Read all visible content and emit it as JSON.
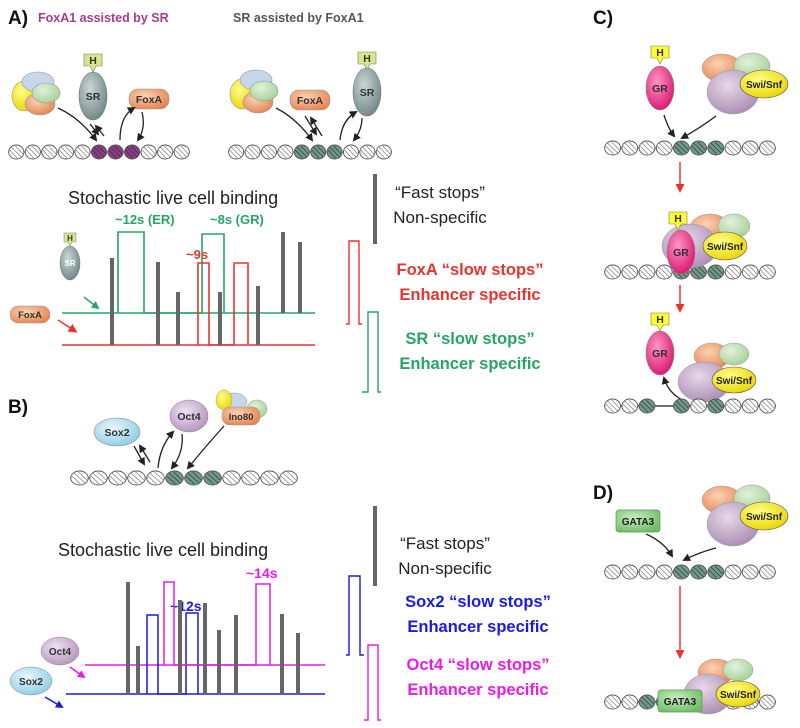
{
  "colors": {
    "foxa": "#e8342f",
    "sr": "#27a567",
    "sox2": "#1a1ae6",
    "oct4": "#e81be8",
    "gray_bar": "#666666",
    "head_pink": "#a83a8f",
    "head_gray": "#555555",
    "arrow_red": "#e8342f"
  },
  "panelA": {
    "letter": "A)",
    "heading_left": "FoxA1 assisted by SR",
    "heading_right": "SR assisted by FoxA1",
    "binding_title": "Stochastic live cell binding",
    "time_er": "~12s (ER)",
    "time_gr": "~8s (GR)",
    "time_foxa": "~9s",
    "legend": {
      "fast1": "“Fast stops”",
      "fast2": "Non-specific",
      "foxa1": "FoxA “slow stops”",
      "foxa2": "Enhancer specific",
      "sr1": "SR “slow stops”",
      "sr2": "Enhancer specific"
    },
    "labels": {
      "sr": "SR",
      "h": "H",
      "foxa": "FoxA"
    }
  },
  "panelB": {
    "letter": "B)",
    "binding_title": "Stochastic live cell binding",
    "time_sox2": "~12s",
    "time_oct4": "~14s",
    "legend": {
      "fast1": "“Fast stops”",
      "fast2": "Non-specific",
      "sox2a": "Sox2 “slow stops”",
      "sox2b": "Enhancer specific",
      "oct4a": "Oct4 “slow stops”",
      "oct4b": "Enhancer specific"
    },
    "labels": {
      "sox2": "Sox2",
      "oct4": "Oct4",
      "ino80": "Ino80"
    }
  },
  "panelC": {
    "letter": "C)",
    "labels": {
      "h": "H",
      "gr": "GR",
      "swisnf": "Swi/Snf"
    }
  },
  "panelD": {
    "letter": "D)",
    "labels": {
      "gata3": "GATA3",
      "swisnf": "Swi/Snf"
    }
  }
}
